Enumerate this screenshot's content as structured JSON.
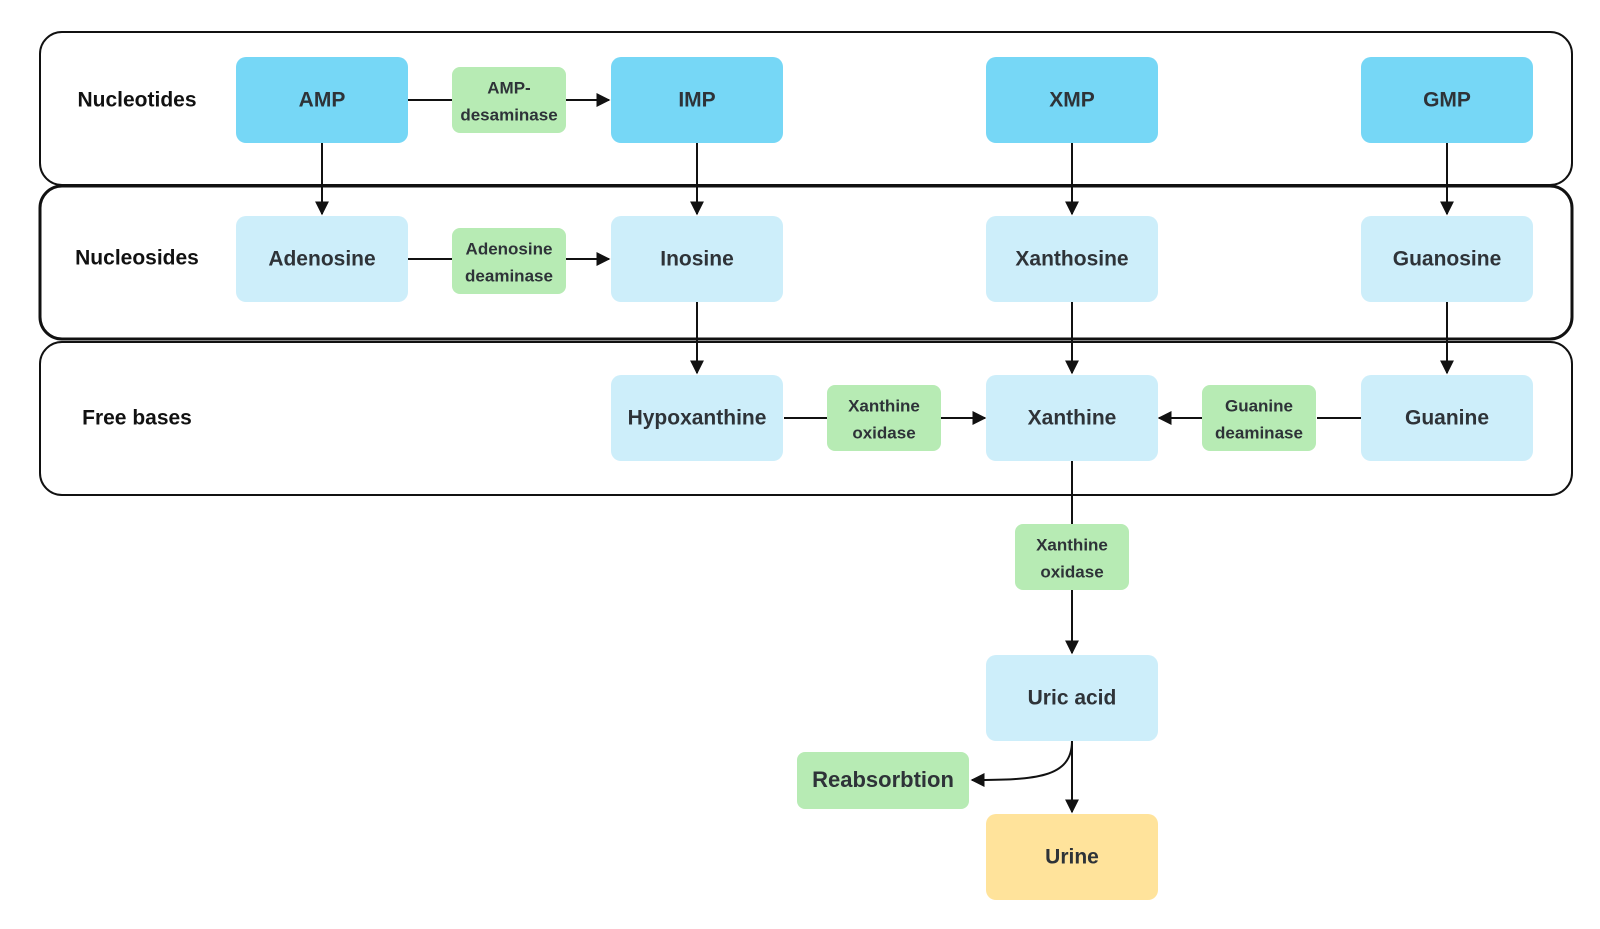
{
  "colors": {
    "nucleotide": "#76d7f6",
    "pale": "#cdeefa",
    "enzyme": "#b7ebb4",
    "urine": "#ffe39b",
    "line": "#111111"
  },
  "lanes": {
    "nucleotides": "Nucleotides",
    "nucleosides": "Nucleosides",
    "free_bases": "Free bases"
  },
  "nodes": {
    "amp": "AMP",
    "imp": "IMP",
    "xmp": "XMP",
    "gmp": "GMP",
    "adenosine": "Adenosine",
    "inosine": "Inosine",
    "xanthosine": "Xanthosine",
    "guanosine": "Guanosine",
    "hypoxanthine": "Hypoxanthine",
    "xanthine": "Xanthine",
    "guanine": "Guanine",
    "uric_acid": "Uric acid",
    "urine": "Urine"
  },
  "enzymes": {
    "amp_desaminase": [
      "AMP-",
      "desaminase"
    ],
    "adenosine_deaminase": [
      "Adenosine",
      "deaminase"
    ],
    "xanthine_oxidase_1": [
      "Xanthine",
      "oxidase"
    ],
    "guanine_deaminase": [
      "Guanine",
      "deaminase"
    ],
    "xanthine_oxidase_2": [
      "Xanthine",
      "oxidase"
    ]
  },
  "reabsorption": "Reabsorbtion"
}
